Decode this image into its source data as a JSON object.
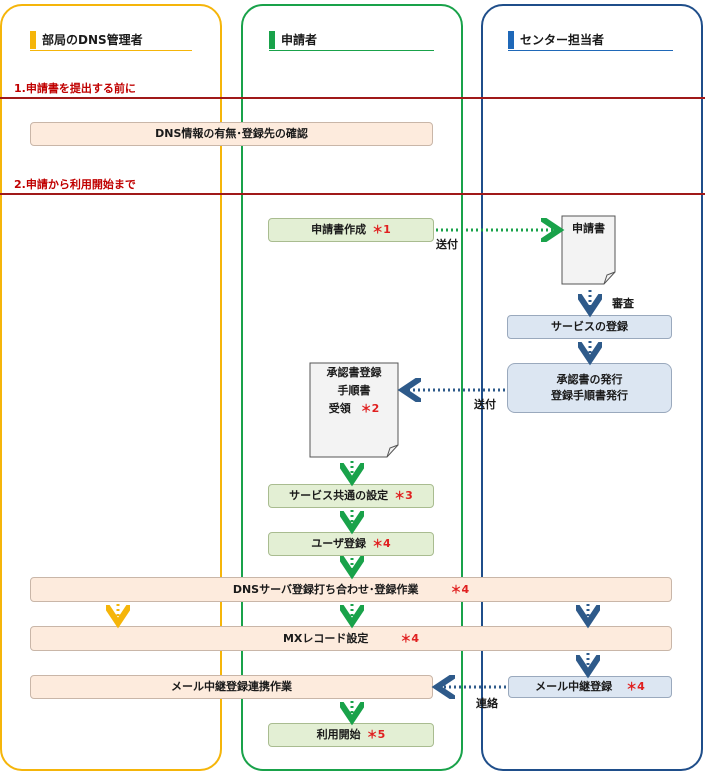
{
  "lanes": {
    "dept": {
      "title": "部局のDNS管理者",
      "color": "#f5b50a"
    },
    "applicant": {
      "title": "申請者",
      "color": "#19a24a"
    },
    "center": {
      "title": "センター担当者",
      "color": "#1f4e8a"
    }
  },
  "sections": {
    "s1": "1.申請書を提出する前に",
    "s2": "2.申請から利用開始まで"
  },
  "steps": {
    "dns_check": "DNS情報の有無･登録先の確認",
    "create_app": {
      "label": "申請書作成",
      "note": "＊1"
    },
    "app_doc": "申請書",
    "review": "審査",
    "service_reg": "サービスの登録",
    "approval_issue": [
      "承認書の発行",
      "登録手順書発行"
    ],
    "received_doc": {
      "lines": [
        "承認書登録",
        "手順書",
        "受領"
      ],
      "note": "＊2"
    },
    "common_setting": {
      "label": "サービス共通の設定",
      "note": "＊3"
    },
    "user_reg": {
      "label": "ユーザ登録",
      "note": "＊4"
    },
    "dns_server": {
      "label": "DNSサーバ登録打ち合わせ･登録作業",
      "note": "＊4"
    },
    "mx_record": {
      "label": "MXレコード設定",
      "note": "＊4"
    },
    "mail_relay_work": "メール中継登録連携作業",
    "mail_relay_reg": {
      "label": "メール中継登録",
      "note": "＊4"
    },
    "start_use": {
      "label": "利用開始",
      "note": "＊5"
    }
  },
  "arrow_labels": {
    "send1": "送付",
    "send2": "送付",
    "contact": "連絡"
  },
  "colors": {
    "section_line": "#a01919",
    "note": "#e02020",
    "arrow_green": "#19a24a",
    "arrow_blue": "#2e5a8a",
    "arrow_yellow": "#f5b50a"
  }
}
